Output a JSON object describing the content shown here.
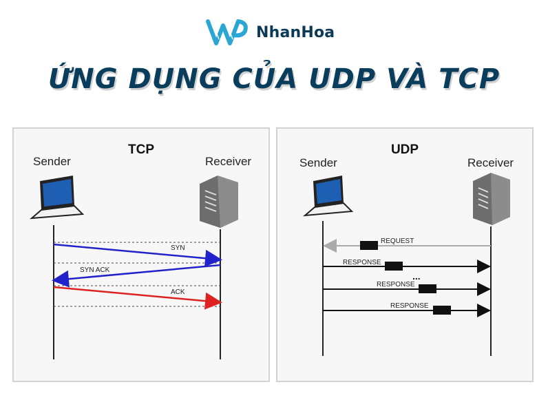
{
  "brand": {
    "name": "NhanHoa",
    "colors": {
      "primary": "#0a3d5c",
      "accent": "#2aa6d4"
    }
  },
  "headline": "ỨNG DỤNG CỦA UDP VÀ TCP",
  "tcp": {
    "title": "TCP",
    "sender": "Sender",
    "receiver": "Receiver",
    "messages": [
      {
        "label": "SYN",
        "direction": "sender-to-receiver",
        "color": "#2222cc"
      },
      {
        "label": "SYN ACK",
        "direction": "receiver-to-sender",
        "color": "#2222cc"
      },
      {
        "label": "ACK",
        "direction": "sender-to-receiver",
        "color": "#dd2222"
      }
    ]
  },
  "udp": {
    "title": "UDP",
    "sender": "Sender",
    "receiver": "Receiver",
    "messages": [
      {
        "label": "REQUEST",
        "direction": "receiver-to-sender",
        "color": "#aaaaaa"
      },
      {
        "label": "RESPONSE",
        "direction": "sender-to-receiver",
        "color": "#111111"
      },
      {
        "label": "RESPONSE",
        "direction": "sender-to-receiver",
        "color": "#111111"
      },
      {
        "label": "RESPONSE",
        "direction": "sender-to-receiver",
        "color": "#111111"
      }
    ],
    "ellipsis": "..."
  }
}
